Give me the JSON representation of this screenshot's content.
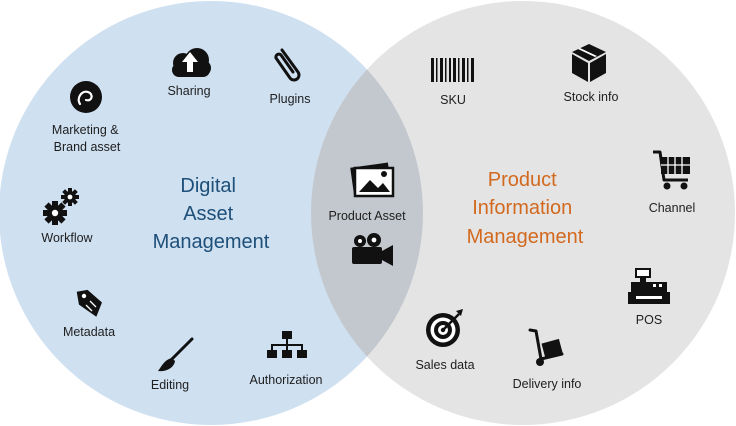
{
  "colors": {
    "dam_circle": "#cfe0f1",
    "pim_circle": "#e4e4e4",
    "overlap": "#c3c8cf",
    "dam_title": "#1d4f79",
    "pim_title": "#d2691e",
    "icon": "#111111"
  },
  "dam": {
    "title_lines": [
      "Digital",
      "Asset",
      "Management"
    ],
    "items": {
      "sharing": {
        "label": "Sharing",
        "icon": "cloud-upload-icon"
      },
      "plugins": {
        "label": "Plugins",
        "icon": "paperclip-icon"
      },
      "marketing": {
        "label_lines": [
          "Marketing &",
          "Brand asset"
        ],
        "icon": "brand-circle-icon"
      },
      "workflow": {
        "label": "Workflow",
        "icon": "gears-icon"
      },
      "metadata": {
        "label": "Metadata",
        "icon": "tag-icon"
      },
      "editing": {
        "label": "Editing",
        "icon": "paintbrush-icon"
      },
      "authorization": {
        "label": "Authorization",
        "icon": "org-chart-icon"
      }
    }
  },
  "shared": {
    "label": "Product Asset",
    "icons": [
      "photos-icon",
      "movie-camera-icon"
    ]
  },
  "pim": {
    "title_lines": [
      "Product",
      "Information",
      "Management"
    ],
    "items": {
      "sku": {
        "label": "SKU",
        "icon": "barcode-icon"
      },
      "stock": {
        "label": "Stock info",
        "icon": "box-icon"
      },
      "channel": {
        "label": "Channel",
        "icon": "shopping-cart-icon"
      },
      "pos": {
        "label": "POS",
        "icon": "cash-register-icon"
      },
      "sales": {
        "label": "Sales data",
        "icon": "target-icon"
      },
      "delivery": {
        "label": "Delivery info",
        "icon": "hand-truck-icon"
      }
    }
  }
}
